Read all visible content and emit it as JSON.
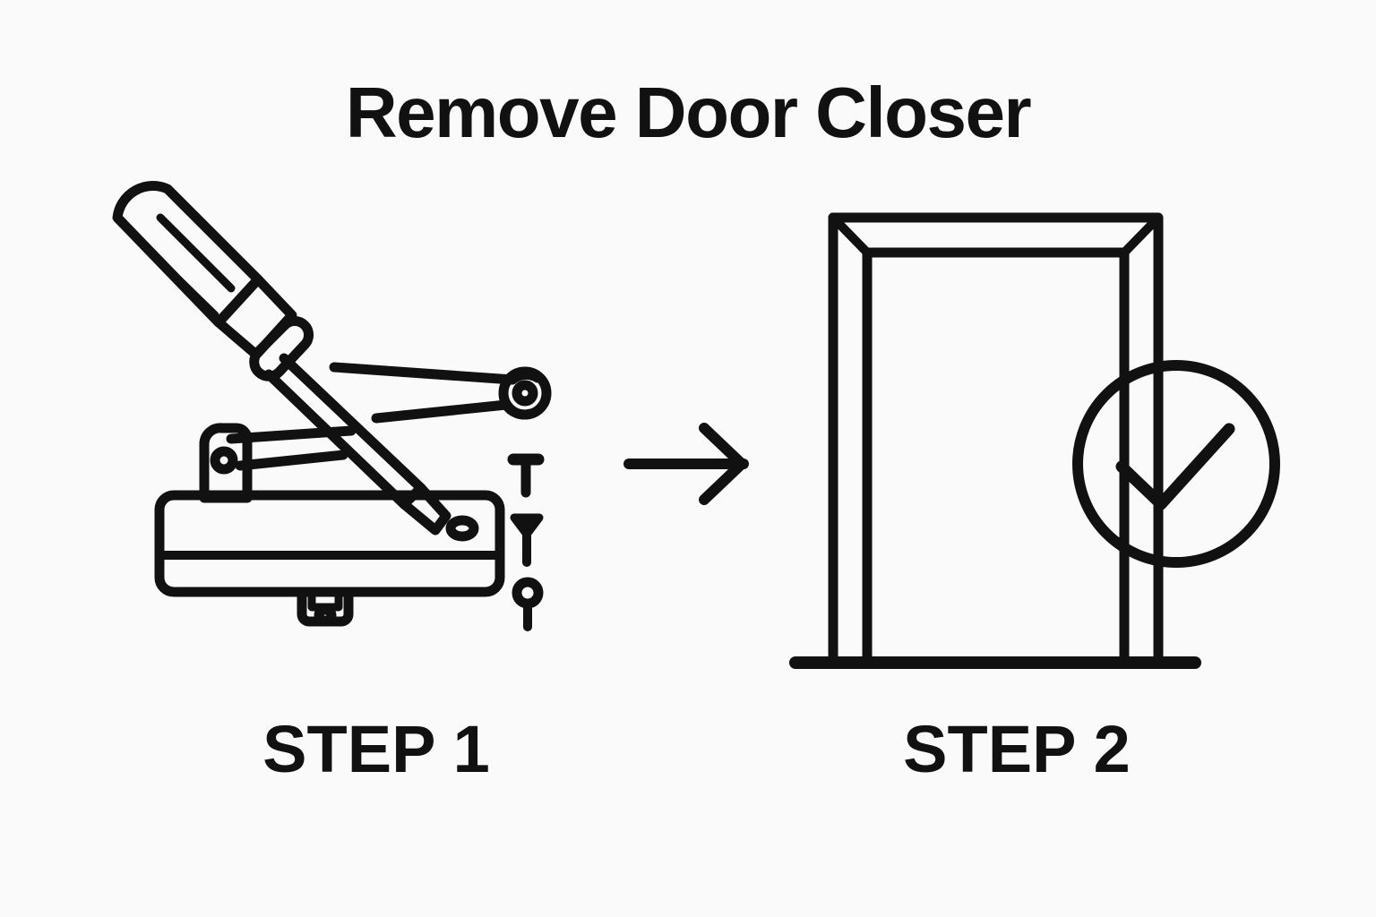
{
  "document": {
    "title": "Remove Door Closer",
    "background_color": "#fafafa",
    "ink_color": "#111111",
    "type": "instructional-diagram",
    "step_count": 2
  },
  "steps": [
    {
      "label": "STEP 1",
      "illustration": "door-closer-with-screwdriver",
      "parts": [
        "screwdriver",
        "door-closer-body",
        "closer-arm",
        "closer-link-arm",
        "mounting-bracket",
        "screw-flat-head",
        "screw-tapered",
        "screw-round-head"
      ]
    },
    {
      "label": "STEP 2",
      "illustration": "empty-door-frame-with-check",
      "parts": [
        "door-frame",
        "floor-line",
        "check-circle"
      ]
    }
  ],
  "connector": {
    "icon": "arrow-right-icon",
    "direction": "right"
  },
  "icons": {
    "screwdriver": "screwdriver-icon",
    "closer": "door-closer-icon",
    "screws": "screws-icon",
    "arrow": "arrow-right-icon",
    "frame": "door-frame-icon",
    "check": "check-circle-icon"
  }
}
